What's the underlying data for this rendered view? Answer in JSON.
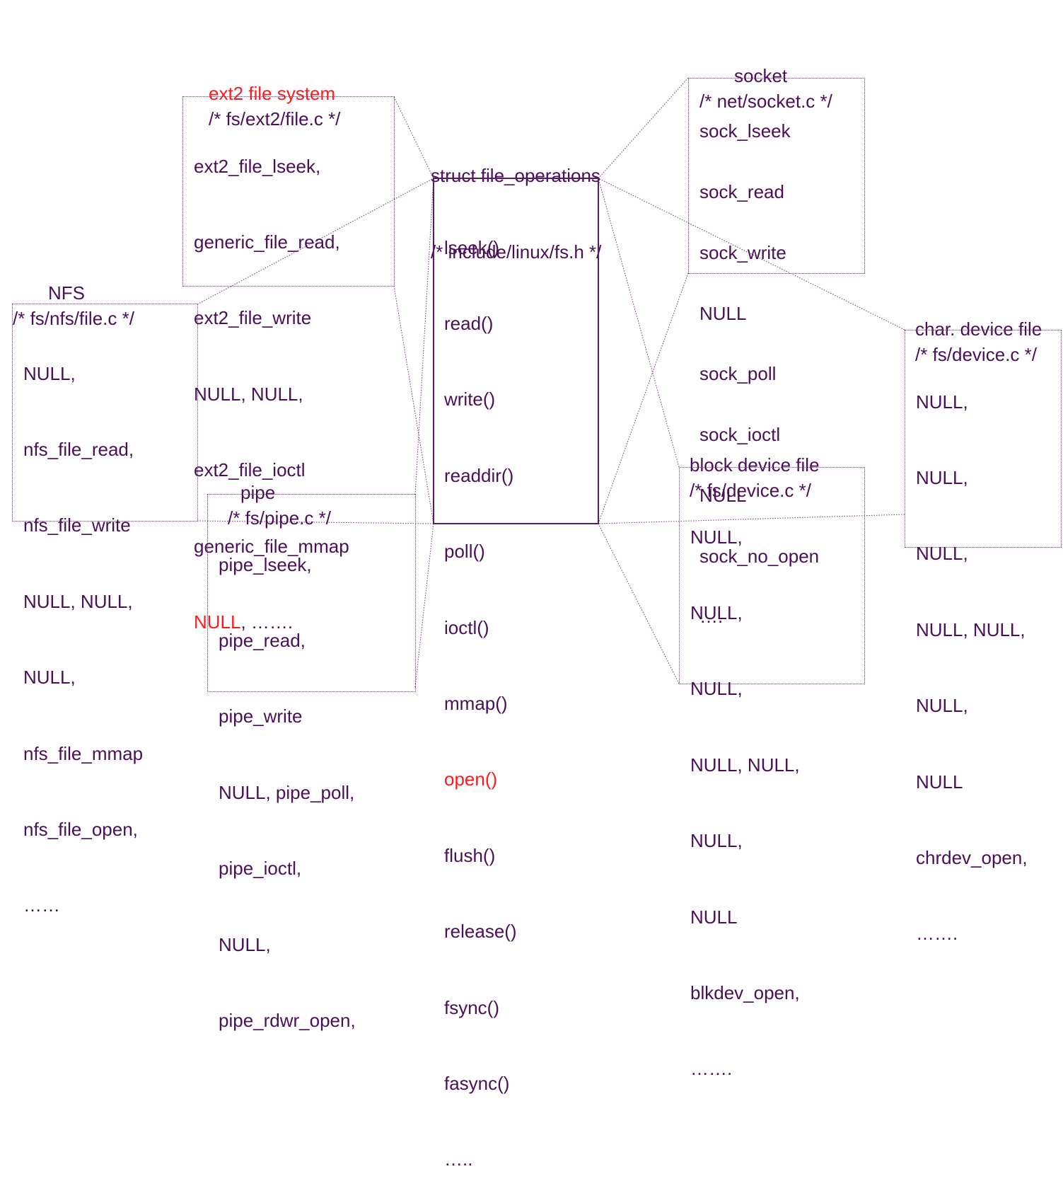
{
  "colors": {
    "text": "#4b0f5a",
    "highlight": "#ff1a1a",
    "line": "#7b2d86"
  },
  "center": {
    "title": [
      "struct file_operations",
      "/* include/linux/fs.h */"
    ],
    "entries": [
      "lseek()",
      "read()",
      "write()",
      "readdir()",
      "poll()",
      "ioctl()",
      "mmap()",
      "open()",
      "flush()",
      "release()",
      "fsync()",
      "fasync()",
      "….."
    ]
  },
  "ext2": {
    "title": [
      "ext2 file system",
      "/* fs/ext2/file.c */"
    ],
    "entries": [
      "ext2_file_lseek,",
      "generic_file_read,",
      "ext2_file_write",
      "NULL, NULL,",
      "ext2_file_ioctl",
      "generic_file_mmap"
    ],
    "last_red": "NULL",
    "last_rest": ", ……."
  },
  "nfs": {
    "title": [
      "NFS",
      "/* fs/nfs/file.c */"
    ],
    "entries": [
      "NULL,",
      "nfs_file_read,",
      "nfs_file_write",
      "NULL, NULL,",
      "NULL,",
      "nfs_file_mmap",
      "nfs_file_open,",
      "……"
    ]
  },
  "pipe": {
    "title": [
      "pipe",
      "/* fs/pipe.c */"
    ],
    "entries": [
      "pipe_lseek,",
      "pipe_read,",
      "pipe_write",
      "NULL, pipe_poll,",
      "pipe_ioctl,",
      "NULL,",
      "pipe_rdwr_open,"
    ]
  },
  "socket": {
    "title": [
      "socket",
      "/* net/socket.c */"
    ],
    "entries": [
      "sock_lseek",
      "sock_read",
      "sock_write",
      "NULL",
      "sock_poll",
      "sock_ioctl",
      "NULL",
      "sock_no_open",
      "…."
    ]
  },
  "block": {
    "title": [
      "block device file",
      "/* fs/device.c */"
    ],
    "entries": [
      "NULL,",
      "NULL,",
      "NULL,",
      "NULL, NULL,",
      "NULL,",
      "NULL",
      "blkdev_open,",
      "……."
    ]
  },
  "chardev": {
    "title": [
      "char. device file",
      "/* fs/device.c */"
    ],
    "entries": [
      "NULL,",
      "NULL,",
      "NULL,",
      "NULL, NULL,",
      "NULL,",
      "NULL",
      "chrdev_open,",
      "……."
    ]
  }
}
